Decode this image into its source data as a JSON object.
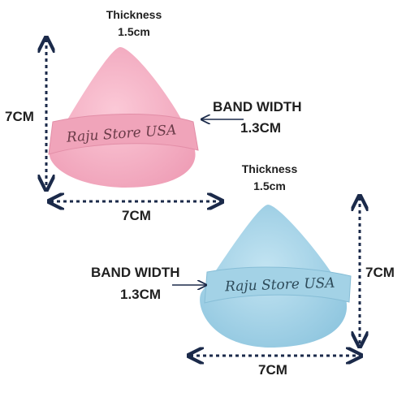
{
  "top_puff": {
    "thickness_label": "Thickness",
    "thickness_value": "1.5cm",
    "height_label": "7CM",
    "width_label": "7CM",
    "band_label": "BAND WIDTH",
    "band_value": "1.3CM",
    "band_text": "Raju Store USA",
    "color": "#f6b3c6",
    "band_color": "#f0a6bb"
  },
  "bottom_puff": {
    "thickness_label": "Thickness",
    "thickness_value": "1.5cm",
    "height_label": "7CM",
    "width_label": "7CM",
    "band_label": "BAND WIDTH",
    "band_value": "1.3CM",
    "band_text": "Raju Store USA",
    "color": "#a9d6ea",
    "band_color": "#9dcde3"
  },
  "arrow_color": "#1b2a4a"
}
